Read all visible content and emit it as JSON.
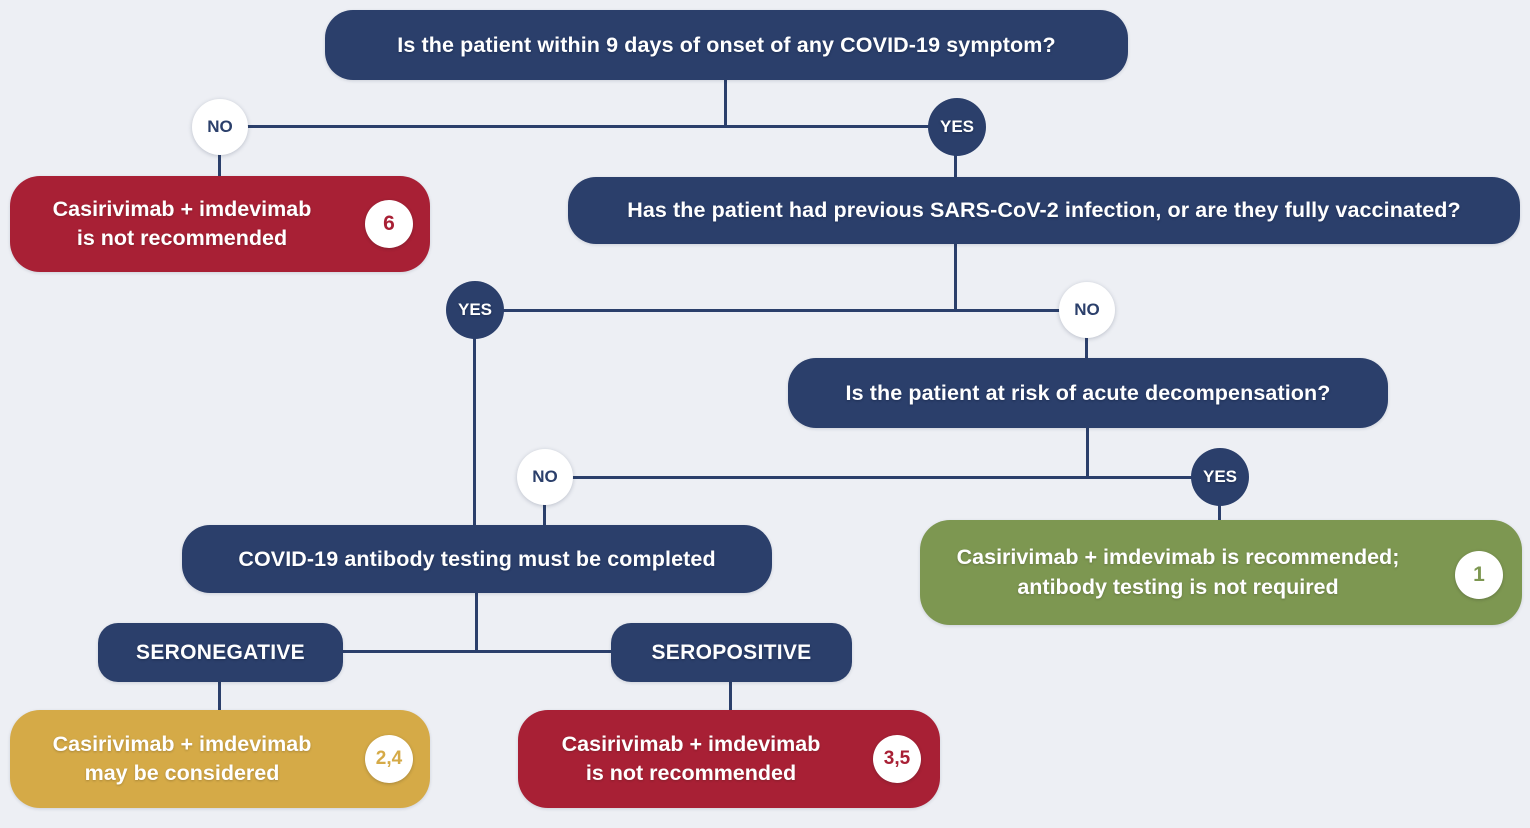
{
  "colors": {
    "navy": "#2b3f6b",
    "red": "#a82035",
    "gold": "#d5aa47",
    "green": "#7d9751",
    "background": "#edeff4",
    "line": "#2b3f6b"
  },
  "answers": {
    "yes": "YES",
    "no": "NO"
  },
  "questions": {
    "symptom_onset": "Is the patient within 9 days of onset of any COVID-19 symptom?",
    "prior_infection_or_vaccinated": "Has the patient had previous SARS-CoV-2 infection, or are they fully vaccinated?",
    "acute_decompensation_risk": "Is the patient at risk of acute decompensation?",
    "antibody_testing": "COVID-19 antibody testing must be completed"
  },
  "serostatus": {
    "negative": "SERONEGATIVE",
    "positive": "SEROPOSITIVE"
  },
  "outcomes": {
    "no_symptom_window": {
      "line1": "Casirivimab + imdevimab",
      "line2": "is not recommended",
      "ref": "6"
    },
    "recommended": {
      "line1": "Casirivimab + imdevimab is recommended;",
      "line2": "antibody testing is not required",
      "ref": "1"
    },
    "seronegative": {
      "line1": "Casirivimab + imdevimab",
      "line2": "may be considered",
      "ref": "2,4"
    },
    "seropositive": {
      "line1": "Casirivimab + imdevimab",
      "line2": "is not recommended",
      "ref": "3,5"
    }
  }
}
